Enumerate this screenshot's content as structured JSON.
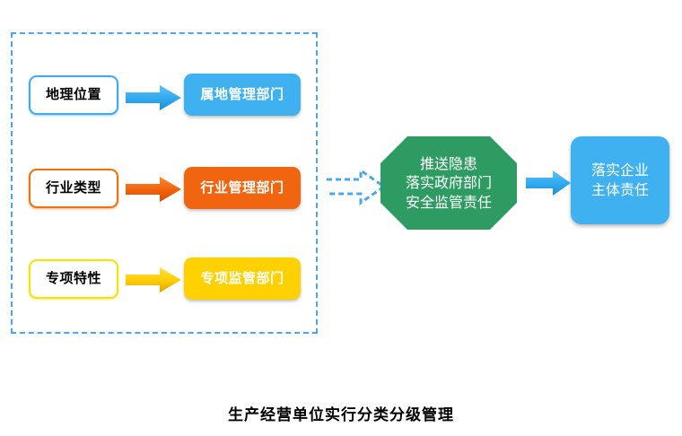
{
  "diagram": {
    "caption": "生产经营单位实行分类分级管理",
    "group": {
      "name": "classification-criteria-group",
      "border_color": "#4BA8E8",
      "border_style": "dashed"
    },
    "rows": [
      {
        "criteria_label": "地理位置",
        "department_label": "属地管理部门",
        "color": "#3FB0F0",
        "border_color": "#3FA9F5",
        "arrow_color": "#3FB0F0"
      },
      {
        "criteria_label": "行业类型",
        "department_label": "行业管理部门",
        "color": "#F26510",
        "border_color": "#F2700A",
        "arrow_color": "#F26510"
      },
      {
        "criteria_label": "专项特性",
        "department_label": "专项监管部门",
        "color": "#FFD100",
        "border_color": "#F2E500",
        "arrow_color": "#FFD100"
      }
    ],
    "connector": {
      "name": "dashed-block-arrow",
      "color": "#4BA8E8",
      "style": "dashed"
    },
    "octagon": {
      "label": "推送隐患\n落实政府部门\n安全监管责任",
      "color": "#2E9B62",
      "text_color": "#FFFFFF"
    },
    "final_arrow": {
      "color": "#3FB0F0"
    },
    "outcome": {
      "label": "落实企业\n主体责任",
      "color": "#3FB0F0",
      "text_color": "#FFFFFF"
    }
  }
}
